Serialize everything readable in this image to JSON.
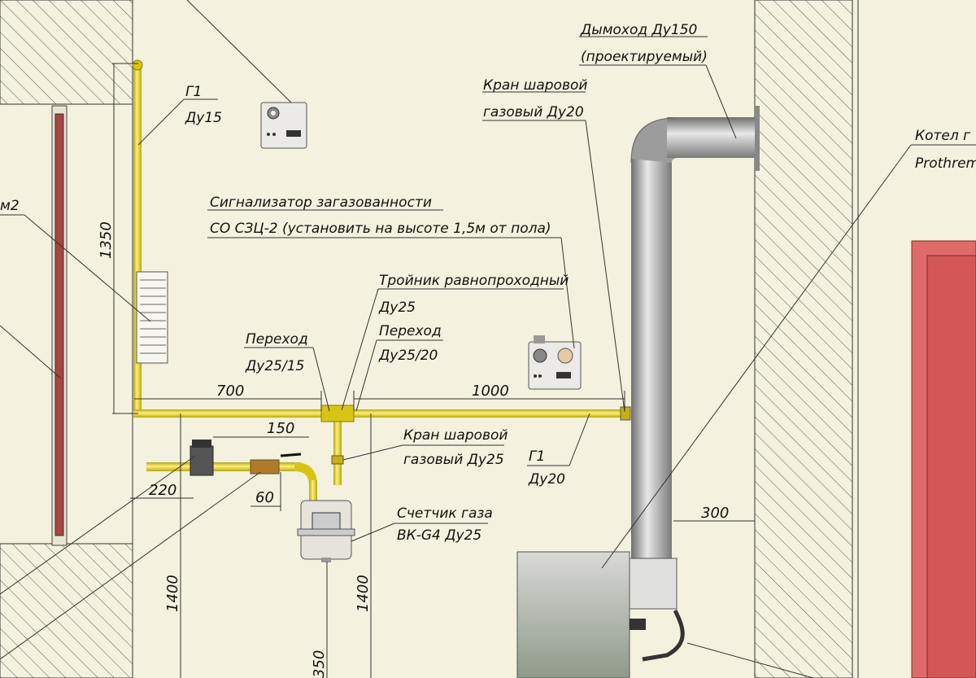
{
  "labels": {
    "chimney": [
      "Дымоход Ду150",
      "(проектируемый)"
    ],
    "ball_valve_top": [
      "Кран шаровой",
      "газовый Ду20"
    ],
    "boiler": [
      "Котел г",
      "Prothrem"
    ],
    "g1_du15": [
      "Г1",
      "Ду15"
    ],
    "room_area": "м2",
    "gas_detector": [
      "Сигнализатор загазованности",
      "СО СЗЦ-2 (установить на высоте 1,5м от пола)"
    ],
    "tee": [
      "Тройник равнопроходный",
      "Ду25"
    ],
    "reducer_25_20": [
      "Переход",
      "Ду25/20"
    ],
    "reducer_25_15": [
      "Переход",
      "Ду25/15"
    ],
    "ball_valve_bottom": [
      "Кран шаровой",
      "газовый Ду25"
    ],
    "g1_du20": [
      "Г1",
      "Ду20"
    ],
    "meter": [
      "Счетчик газа",
      "ВК-G4 Ду25"
    ]
  },
  "dimensions": {
    "d1350": "1350",
    "d700": "700",
    "d1000": "1000",
    "d150": "150",
    "d220": "220",
    "d60": "60",
    "d300": "300",
    "d1400_left": "1400",
    "d1400_right": "1400",
    "d350": "350"
  },
  "colors": {
    "pipe": "#e8d21a",
    "background": "#f4f1de",
    "door": "#e06a6a",
    "chimney": "#9a9a9a"
  }
}
